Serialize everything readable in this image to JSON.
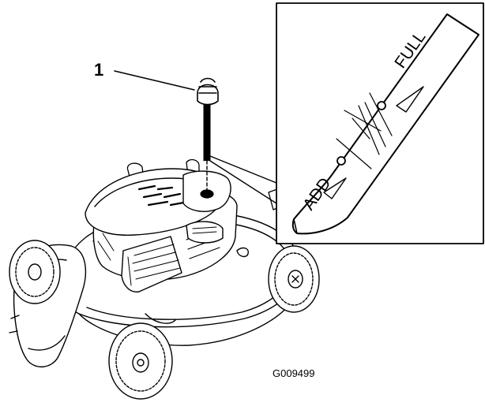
{
  "figure": {
    "callout_number": "1",
    "figure_code": "G009499",
    "dipstick_labels": {
      "add": "ADD",
      "full": "FULL"
    }
  }
}
